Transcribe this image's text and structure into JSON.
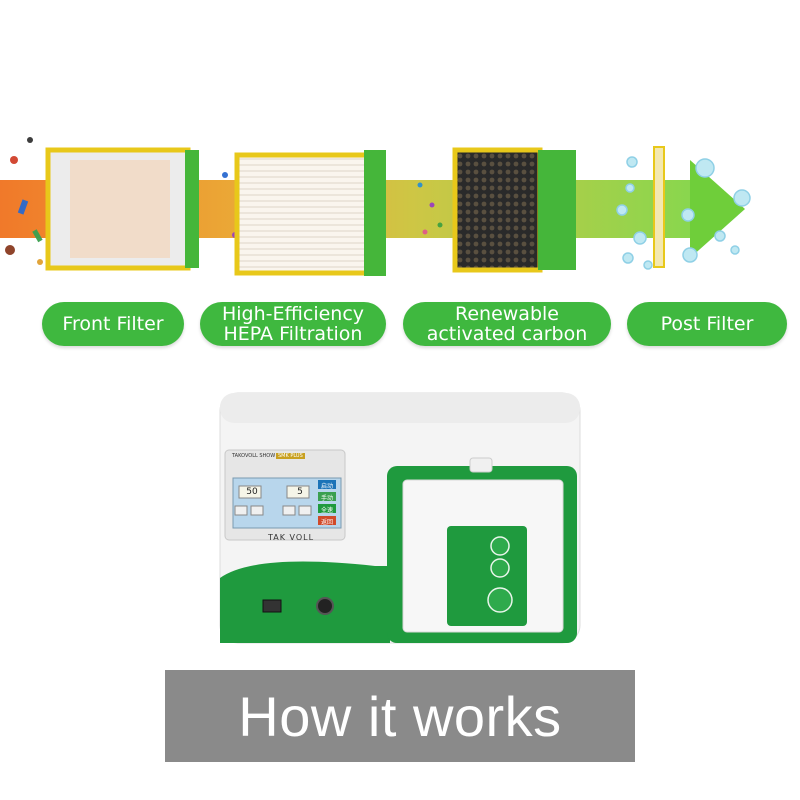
{
  "stages": [
    {
      "line1": "Front Filter",
      "line2": ""
    },
    {
      "line1": "High-Efficiency",
      "line2": "HEPA Filtration"
    },
    {
      "line1": "Renewable",
      "line2": "activated carbon"
    },
    {
      "line1": "Post Filter",
      "line2": ""
    }
  ],
  "device": {
    "brand": "TAK VOLL",
    "screen_top_left": "TAKOVOLL SHOW",
    "screen_top_right": "SMK PLUS",
    "left_value": "50",
    "right_value": "5",
    "btn_1": "启动",
    "btn_2": "手动",
    "btn_3": "全速",
    "btn_4": "返回"
  },
  "banner": {
    "text": "How it works"
  },
  "colors": {
    "green": "#3fb83f",
    "dark_green": "#1f9a3e",
    "banner_gray": "#8a8a8a"
  }
}
